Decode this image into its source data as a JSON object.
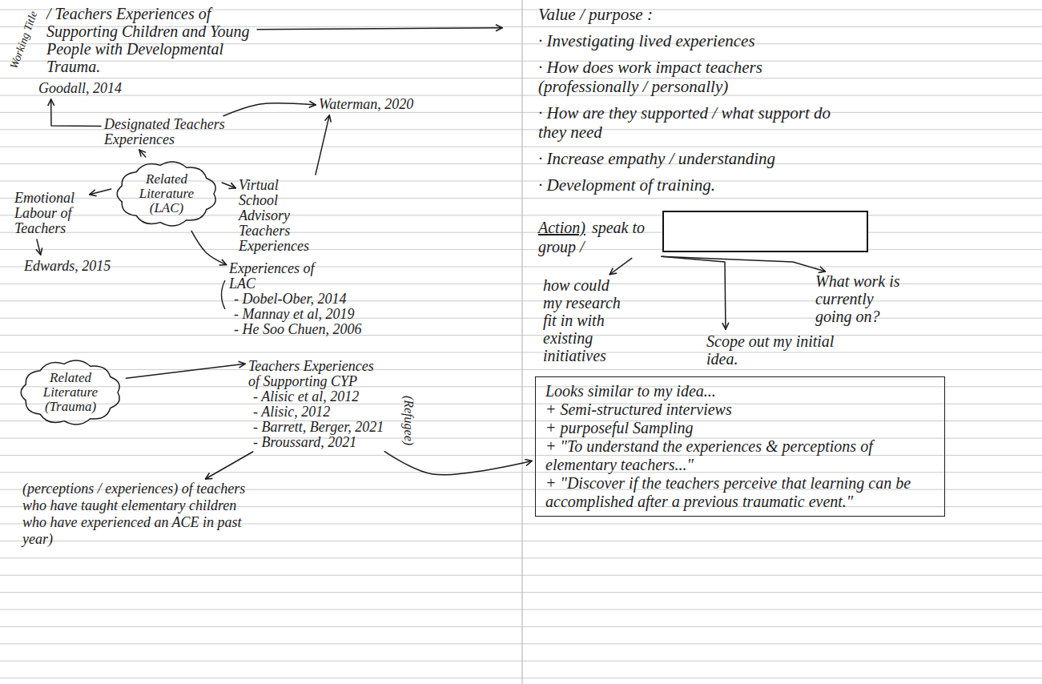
{
  "diagram": {
    "nodes": [
      {
        "text": [
          "Working Title",
          "/ Teachers Experiences of Supporting Children and Young People with Developmental Trauma."
        ]
      },
      {
        "text": [
          "Goodall, 2014"
        ]
      },
      {
        "text": [
          "Waterman, 2020"
        ]
      },
      {
        "text": [
          "Designated Teachers Experiences"
        ]
      },
      {
        "text": [
          "Related Literature (LAC)"
        ]
      },
      {
        "text": [
          "Virtual School Advisory Teachers Experiences"
        ]
      },
      {
        "text": [
          "Emotional Labour of Teachers"
        ]
      },
      {
        "text": [
          "Edwards, 2015"
        ]
      },
      {
        "text": [
          "Experiences of LAC",
          "- Dobel-Ober, 2014",
          "- Mannay et al, 2019",
          "- He Soo Chuen, 2006"
        ]
      },
      {
        "text": [
          "Related Literature (Trauma)"
        ]
      },
      {
        "text": [
          "Teachers Experiences of Supporting CYP",
          "- Alisic et al, 2012",
          "- Alisic, 2012",
          "- Barrett, Berger, 2021",
          "- Broussard, 2021"
        ]
      },
      {
        "text": [
          "(perceptions / experiences) of teachers who have taught elementary children who have experienced an ACE in past year)"
        ]
      },
      {
        "text": [
          "Value / purpose :",
          "· Investigating lived experiences",
          "· How does work impact teachers (professionally / personally)",
          "· How are they supported / what support do they need",
          "· Increase empathy / understanding",
          "· Development of training."
        ]
      },
      {
        "text": [
          "Action)",
          "speak to group /"
        ]
      },
      {
        "text": [
          "how could my research fit in with existing initiatives"
        ]
      },
      {
        "text": [
          "What work is currently going on?"
        ]
      },
      {
        "text": [
          "Scope out my initial idea."
        ]
      },
      {
        "text": [
          "Looks similar to my idea...",
          "+ Semi-structured interviews",
          "+ purposeful Sampling",
          "+ \"To understand the experiences & perceptions of elementary teachers...\"",
          "+ \"Discover if the teachers perceive that learning can be accomplished after a previous traumatic event.\""
        ]
      }
    ],
    "edges": [
      {
        "from": 0,
        "to": 12,
        "arrow": "to"
      },
      {
        "from": 3,
        "to": 1,
        "arrow": "to"
      },
      {
        "from": 3,
        "to": 2,
        "arrow": "to"
      },
      {
        "from": 5,
        "to": 2,
        "arrow": "to"
      },
      {
        "from": 4,
        "to": 3,
        "arrow": "to"
      },
      {
        "from": 4,
        "to": 5,
        "arrow": "to"
      },
      {
        "from": 4,
        "to": 6,
        "arrow": "to"
      },
      {
        "from": 6,
        "to": 7,
        "arrow": "to"
      },
      {
        "from": 4,
        "to": 8,
        "arrow": "to"
      },
      {
        "from": 9,
        "to": 10,
        "arrow": "to"
      },
      {
        "from": 10,
        "to": 11,
        "arrow": "to"
      },
      {
        "from": 10,
        "to": 17,
        "arrow": "to"
      },
      {
        "from": 13,
        "to": 14,
        "arrow": "to"
      },
      {
        "from": 13,
        "to": 15,
        "arrow": "to"
      },
      {
        "from": 13,
        "to": 16,
        "arrow": "to"
      }
    ],
    "labels": [
      "(Refugee)"
    ]
  }
}
